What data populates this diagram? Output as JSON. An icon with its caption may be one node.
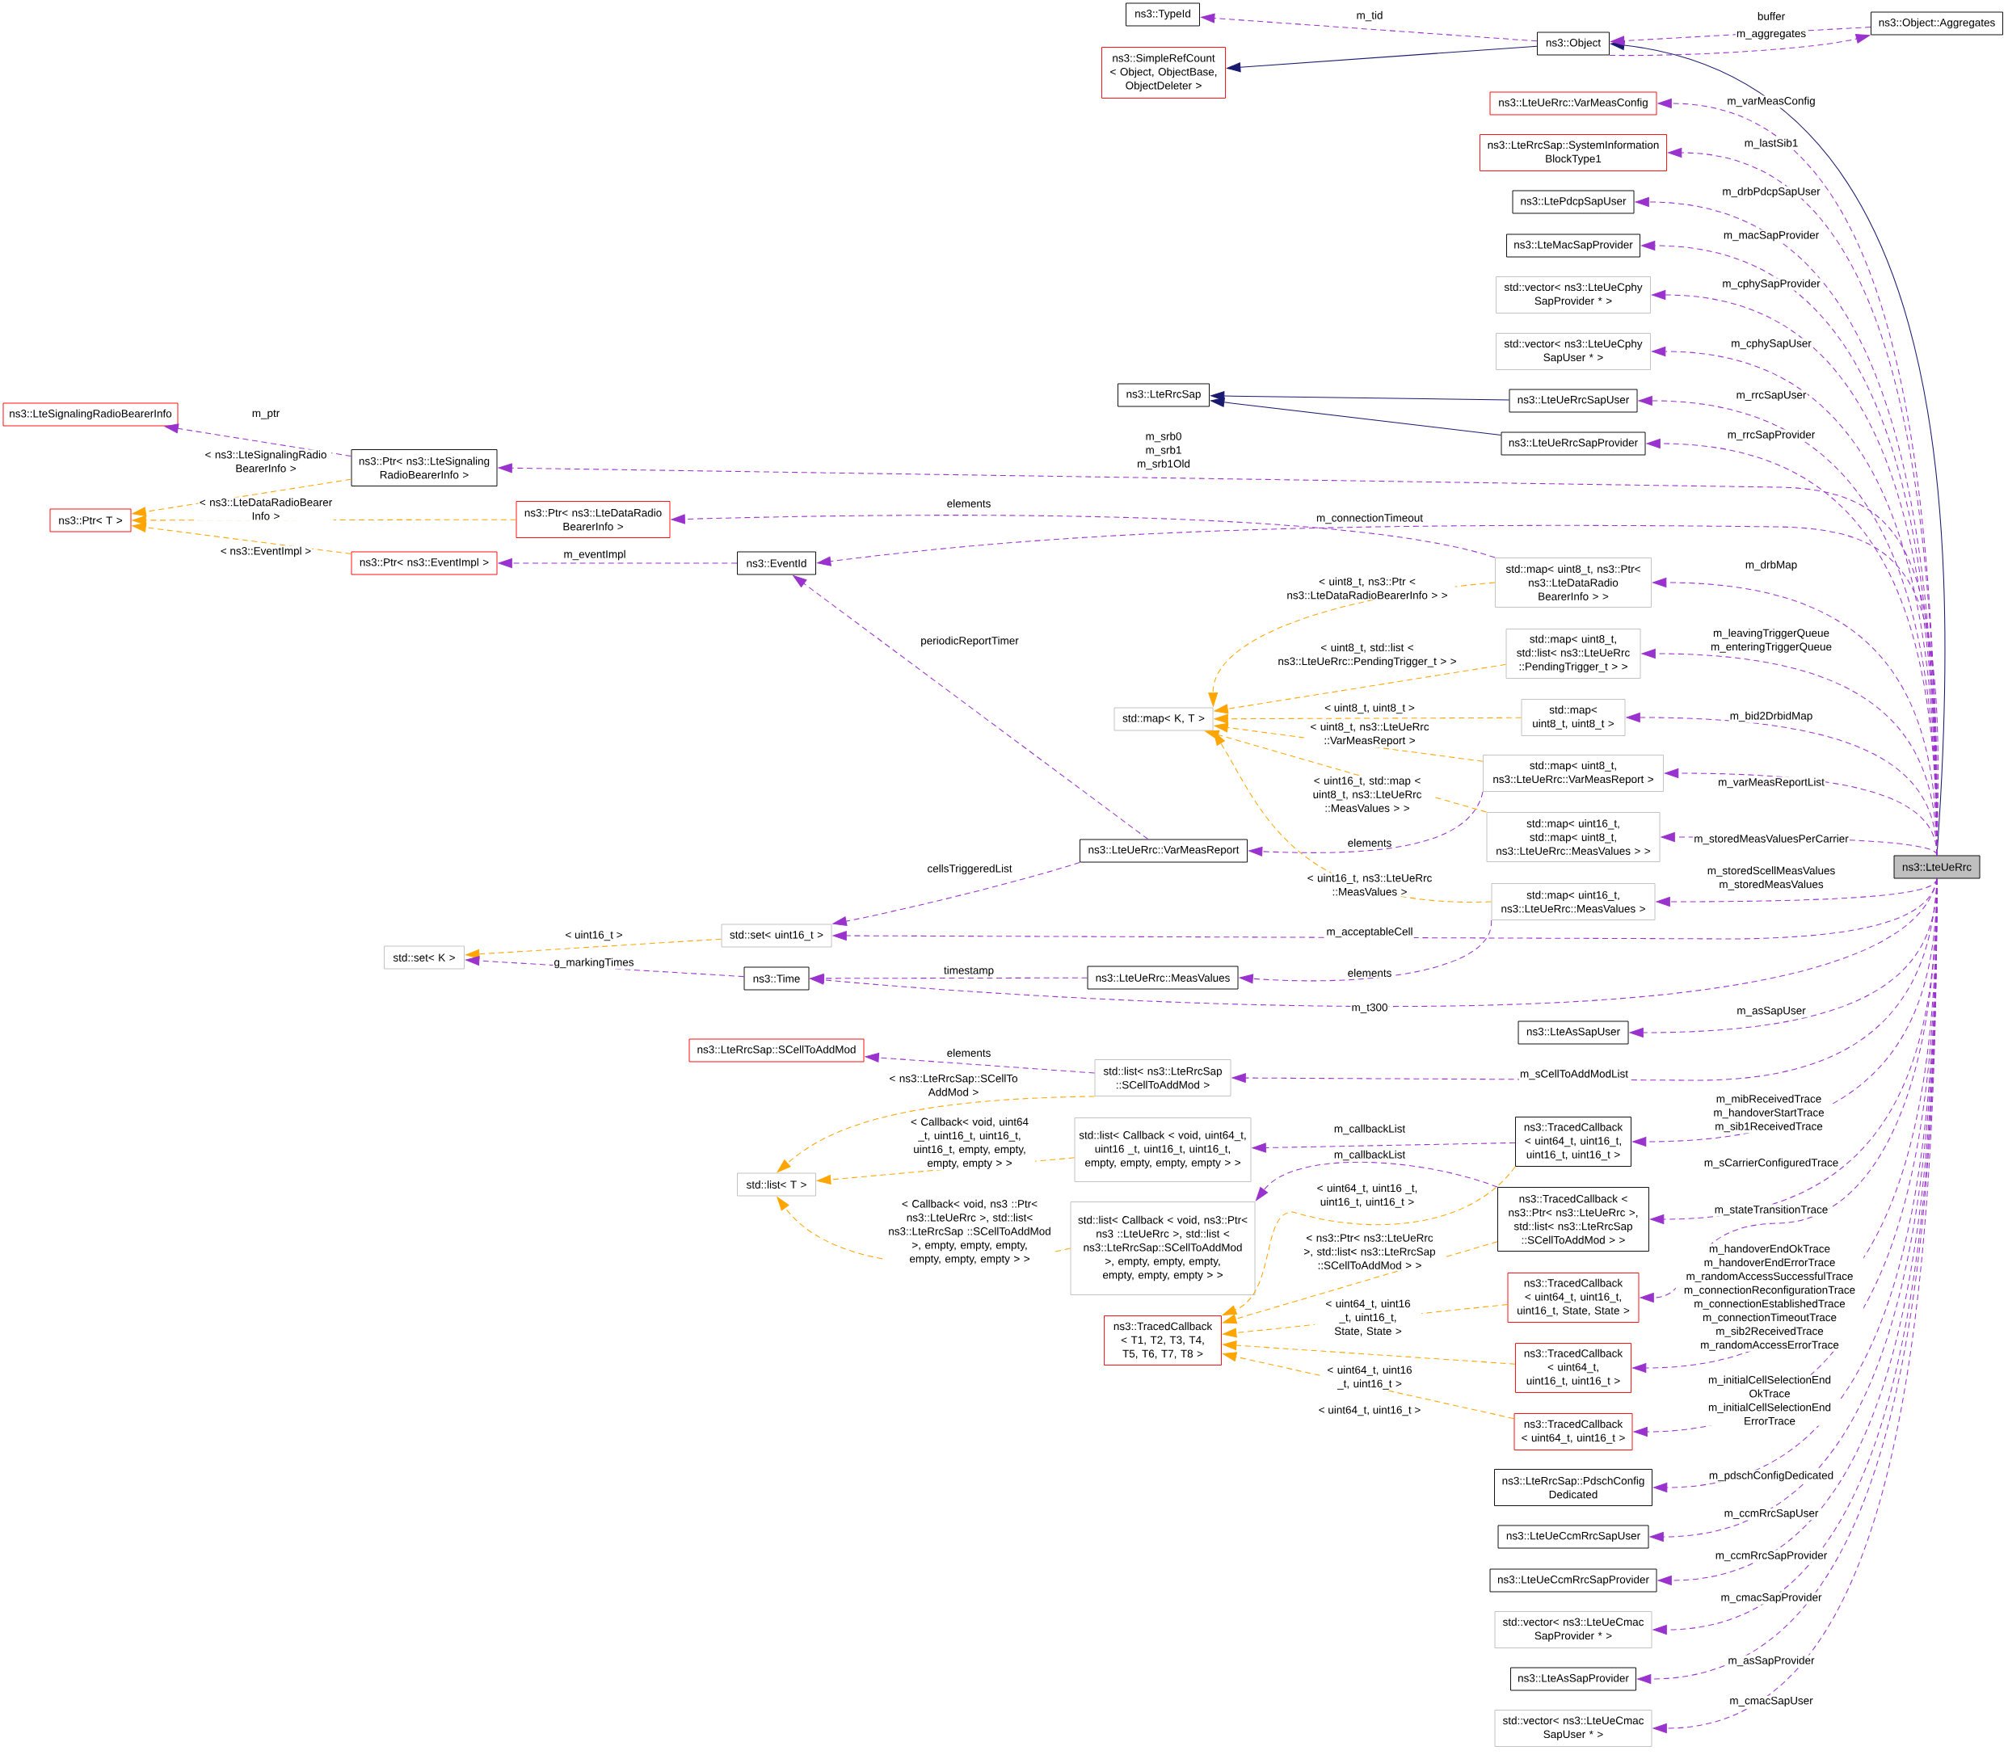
{
  "diagram": {
    "nodes": [
      {
        "text": [
          "ns3::TypeId"
        ]
      },
      {
        "text": [
          "ns3::Object"
        ]
      },
      {
        "text": [
          "ns3::Object::Aggregates"
        ]
      },
      {
        "text": [
          "ns3::SimpleRefCount < Object, ObjectBase, ObjectDeleter >"
        ]
      },
      {
        "text": [
          "ns3::LteUeRrc::VarMeasConfig"
        ]
      },
      {
        "text": [
          "ns3::LteRrcSap::SystemInformation BlockType1"
        ]
      },
      {
        "text": [
          "ns3::LtePdcpSapUser"
        ]
      },
      {
        "text": [
          "ns3::LteMacSapProvider"
        ]
      },
      {
        "text": [
          "std::vector< ns3::LteUeCphy SapProvider * >"
        ]
      },
      {
        "text": [
          "std::vector< ns3::LteUeCphy SapUser * >"
        ]
      },
      {
        "text": [
          "ns3::LteRrcSap"
        ]
      },
      {
        "text": [
          "ns3::LteUeRrcSapUser"
        ]
      },
      {
        "text": [
          "ns3::LteUeRrcSapProvider"
        ]
      },
      {
        "text": [
          "ns3::LteSignalingRadioBearerInfo"
        ]
      },
      {
        "text": [
          "ns3::Ptr< ns3::LteSignaling RadioBearerInfo >"
        ]
      },
      {
        "text": [
          "ns3::Ptr< T >"
        ]
      },
      {
        "text": [
          "ns3::Ptr< ns3::LteDataRadio BearerInfo >"
        ]
      },
      {
        "text": [
          "ns3::Ptr< ns3::EventImpl >"
        ]
      },
      {
        "text": [
          "ns3::EventId"
        ]
      },
      {
        "text": [
          "std::map< uint8_t, ns3::Ptr< ns3::LteDataRadio BearerInfo > >"
        ]
      },
      {
        "text": [
          "std::map< uint8_t, std::list< ns3::LteUeRrc ::PendingTrigger_t > >"
        ]
      },
      {
        "text": [
          "std::map< K, T >"
        ]
      },
      {
        "text": [
          "std::map< uint8_t, uint8_t >"
        ]
      },
      {
        "text": [
          "std::map< uint8_t, ns3::LteUeRrc::VarMeasReport >"
        ]
      },
      {
        "text": [
          "std::map< uint16_t, std::map< uint8_t, ns3::LteUeRrc::MeasValues > >"
        ]
      },
      {
        "text": [
          "ns3::LteUeRrc::VarMeasReport"
        ]
      },
      {
        "text": [
          "ns3::LteUeRrc"
        ]
      },
      {
        "text": [
          "std::map< uint16_t, ns3::LteUeRrc::MeasValues >"
        ]
      },
      {
        "text": [
          "std::set< uint16_t >"
        ]
      },
      {
        "text": [
          "std::set< K >"
        ]
      },
      {
        "text": [
          "ns3::Time"
        ]
      },
      {
        "text": [
          "ns3::LteUeRrc::MeasValues"
        ]
      },
      {
        "text": [
          "ns3::LteAsSapUser"
        ]
      },
      {
        "text": [
          "ns3::LteRrcSap::SCellToAddMod"
        ]
      },
      {
        "text": [
          "std::list< ns3::LteRrcSap ::SCellToAddMod >"
        ]
      },
      {
        "text": [
          "std::list< Callback < void, uint64_t, uint16 _t, uint16_t, uint16_t, empty, empty, empty, empty > >"
        ]
      },
      {
        "text": [
          "ns3::TracedCallback < uint64_t, uint16_t, uint16_t, uint16_t >"
        ]
      },
      {
        "text": [
          "std::list< T >"
        ]
      },
      {
        "text": [
          "ns3::TracedCallback < ns3::Ptr< ns3::LteUeRrc >, std::list< ns3::LteRrcSap ::SCellToAddMod > >"
        ]
      },
      {
        "text": [
          "std::list< Callback < void, ns3::Ptr< ns3 ::LteUeRrc >, std::list < ns3::LteRrcSap::SCellToAddMod >, empty, empty, empty, empty, empty, empty > >"
        ]
      },
      {
        "text": [
          "ns3::TracedCallback < uint64_t, uint16_t, uint16_t, State, State >"
        ]
      },
      {
        "text": [
          "ns3::TracedCallback < T1, T2, T3, T4, T5, T6, T7, T8 >"
        ]
      },
      {
        "text": [
          "ns3::TracedCallback < uint64_t, uint16_t, uint16_t >"
        ]
      },
      {
        "text": [
          "ns3::TracedCallback < uint64_t, uint16_t >"
        ]
      },
      {
        "text": [
          "ns3::LteRrcSap::PdschConfig Dedicated"
        ]
      },
      {
        "text": [
          "ns3::LteUeCcmRrcSapUser"
        ]
      },
      {
        "text": [
          "ns3::LteUeCcmRrcSapProvider"
        ]
      },
      {
        "text": [
          "std::vector< ns3::LteUeCmac SapProvider * >"
        ]
      },
      {
        "text": [
          "ns3::LteAsSapProvider"
        ]
      },
      {
        "text": [
          "std::vector< ns3::LteUeCmac SapUser * >"
        ]
      }
    ],
    "edges": [
      {
        "from": 26,
        "to": 1,
        "arrow": "to",
        "color": "#191970"
      },
      {
        "from": 1,
        "to": 3,
        "arrow": "to",
        "color": "#191970"
      },
      {
        "from": 11,
        "to": 10,
        "arrow": "to",
        "color": "#191970"
      },
      {
        "from": 12,
        "to": 10,
        "arrow": "to",
        "color": "#191970"
      },
      {
        "from": 1,
        "to": 0,
        "arrow": "to",
        "label": "m_tid",
        "style": "dashed"
      },
      {
        "from": 2,
        "to": 1,
        "arrow": "to",
        "label": "buffer",
        "style": "dashed"
      },
      {
        "from": 1,
        "to": 2,
        "arrow": "to",
        "label": "m_aggregates",
        "style": "dashed"
      },
      {
        "from": 26,
        "to": 4,
        "arrow": "to",
        "label": "m_varMeasConfig",
        "style": "dashed"
      },
      {
        "from": 26,
        "to": 5,
        "arrow": "to",
        "label": "m_lastSib1",
        "style": "dashed"
      },
      {
        "from": 26,
        "to": 6,
        "arrow": "to",
        "label": "m_drbPdcpSapUser",
        "style": "dashed"
      },
      {
        "from": 26,
        "to": 7,
        "arrow": "to",
        "label": "m_macSapProvider",
        "style": "dashed"
      },
      {
        "from": 26,
        "to": 8,
        "arrow": "to",
        "label": "m_cphySapProvider",
        "style": "dashed"
      },
      {
        "from": 26,
        "to": 9,
        "arrow": "to",
        "label": "m_cphySapUser",
        "style": "dashed"
      },
      {
        "from": 26,
        "to": 11,
        "arrow": "to",
        "label": "m_rrcSapUser",
        "style": "dashed"
      },
      {
        "from": 26,
        "to": 12,
        "arrow": "to",
        "label": "m_rrcSapProvider",
        "style": "dashed"
      },
      {
        "from": 26,
        "to": 14,
        "arrow": "to",
        "label": "m_srb0 m_srb1 m_srb1Old",
        "style": "dashed"
      },
      {
        "from": 14,
        "to": 13,
        "arrow": "to",
        "label": "m_ptr",
        "style": "dashed"
      },
      {
        "from": 14,
        "to": 15,
        "arrow": "to",
        "label": "< ns3::LteSignalingRadio BearerInfo >",
        "style": "dashed",
        "color": "#ffa500"
      },
      {
        "from": 16,
        "to": 15,
        "arrow": "to",
        "label": "< ns3::LteDataRadioBearer Info >",
        "style": "dashed",
        "color": "#ffa500"
      },
      {
        "from": 17,
        "to": 15,
        "arrow": "to",
        "label": "< ns3::EventImpl >",
        "style": "dashed",
        "color": "#ffa500"
      },
      {
        "from": 18,
        "to": 17,
        "arrow": "to",
        "label": "m_eventImpl",
        "style": "dashed"
      },
      {
        "from": 19,
        "to": 16,
        "arrow": "to",
        "label": "elements",
        "style": "dashed"
      },
      {
        "from": 26,
        "to": 18,
        "arrow": "to",
        "label": "m_connectionTimeout",
        "style": "dashed"
      },
      {
        "from": 25,
        "to": 18,
        "arrow": "to",
        "label": "periodicReportTimer",
        "style": "dashed"
      },
      {
        "from": 26,
        "to": 19,
        "arrow": "to",
        "label": "m_drbMap",
        "style": "dashed"
      },
      {
        "from": 19,
        "to": 21,
        "arrow": "to",
        "label": "< uint8_t, ns3::Ptr < ns3::LteDataRadioBearerInfo > >",
        "style": "dashed",
        "color": "#ffa500"
      },
      {
        "from": 26,
        "to": 20,
        "arrow": "to",
        "label": "m_leavingTriggerQueue m_enteringTriggerQueue",
        "style": "dashed"
      },
      {
        "from": 20,
        "to": 21,
        "arrow": "to",
        "label": "< uint8_t, std::list < ns3::LteUeRrc::PendingTrigger_t > >",
        "style": "dashed",
        "color": "#ffa500"
      },
      {
        "from": 26,
        "to": 22,
        "arrow": "to",
        "label": "m_bid2DrbidMap",
        "style": "dashed"
      },
      {
        "from": 22,
        "to": 21,
        "arrow": "to",
        "label": "< uint8_t, uint8_t >",
        "style": "dashed",
        "color": "#ffa500"
      },
      {
        "from": 26,
        "to": 23,
        "arrow": "to",
        "label": "m_varMeasReportList",
        "style": "dashed"
      },
      {
        "from": 23,
        "to": 21,
        "arrow": "to",
        "label": "< uint8_t, ns3::LteUeRrc ::VarMeasReport >",
        "style": "dashed",
        "color": "#ffa500"
      },
      {
        "from": 23,
        "to": 25,
        "arrow": "to",
        "label": "elements",
        "style": "dashed"
      },
      {
        "from": 26,
        "to": 24,
        "arrow": "to",
        "label": "m_storedMeasValuesPerCarrier",
        "style": "dashed"
      },
      {
        "from": 24,
        "to": 21,
        "arrow": "to",
        "label": "< uint16_t, std::map < uint8_t, ns3::LteUeRrc ::MeasValues > >",
        "style": "dashed",
        "color": "#ffa500"
      },
      {
        "from": 26,
        "to": 27,
        "arrow": "to",
        "label": "m_storedScellMeasValues m_storedMeasValues",
        "style": "dashed"
      },
      {
        "from": 27,
        "to": 21,
        "arrow": "to",
        "label": "< uint16_t, ns3::LteUeRrc ::MeasValues >",
        "style": "dashed",
        "color": "#ffa500"
      },
      {
        "from": 25,
        "to": 28,
        "arrow": "to",
        "label": "cellsTriggeredList",
        "style": "dashed"
      },
      {
        "from": 26,
        "to": 28,
        "arrow": "to",
        "label": "m_acceptableCell",
        "style": "dashed"
      },
      {
        "from": 28,
        "to": 29,
        "arrow": "to",
        "label": "< uint16_t >",
        "style": "dashed",
        "color": "#ffa500"
      },
      {
        "from": 30,
        "to": 29,
        "arrow": "to",
        "label": "g_markingTimes",
        "style": "dashed"
      },
      {
        "from": 31,
        "to": 30,
        "arrow": "to",
        "label": "timestamp",
        "style": "dashed"
      },
      {
        "from": 26,
        "to": 30,
        "arrow": "to",
        "label": "m_t300",
        "style": "dashed"
      },
      {
        "from": 27,
        "to": 31,
        "arrow": "to",
        "label": "elements",
        "style": "dashed"
      },
      {
        "from": 26,
        "to": 32,
        "arrow": "to",
        "label": "m_asSapUser",
        "style": "dashed"
      },
      {
        "from": 34,
        "to": 33,
        "arrow": "to",
        "label": "elements",
        "style": "dashed"
      },
      {
        "from": 26,
        "to": 34,
        "arrow": "to",
        "label": "m_sCellToAddModList",
        "style": "dashed"
      },
      {
        "from": 34,
        "to": 37,
        "arrow": "to",
        "label": "< ns3::LteRrcSap::SCellTo AddMod >",
        "style": "dashed",
        "color": "#ffa500"
      },
      {
        "from": 35,
        "to": 37,
        "arrow": "to",
        "label": "< Callback< void, uint64 _t, uint16_t, uint16_t, uint16_t, empty, empty, empty, empty > >",
        "style": "dashed",
        "color": "#ffa500"
      },
      {
        "from": 39,
        "to": 37,
        "arrow": "to",
        "label": "< Callback< void, ns3 ::Ptr< ns3::LteUeRrc >, std::list< ns3::LteRrcSap ::SCellToAddMod >, empty, empty, empty, empty, empty, empty > >",
        "style": "dashed",
        "color": "#ffa500"
      },
      {
        "from": 36,
        "to": 35,
        "arrow": "to",
        "label": "m_callbackList",
        "style": "dashed"
      },
      {
        "from": 38,
        "to": 39,
        "arrow": "to",
        "label": "m_callbackList",
        "style": "dashed"
      },
      {
        "from": 26,
        "to": 36,
        "arrow": "to",
        "label": "m_mibReceivedTrace m_handoverStartTrace m_sib1ReceivedTrace",
        "style": "dashed"
      },
      {
        "from": 26,
        "to": 38,
        "arrow": "to",
        "label": "m_sCarrierConfiguredTrace",
        "style": "dashed"
      },
      {
        "from": 26,
        "to": 40,
        "arrow": "to",
        "label": "m_stateTransitionTrace",
        "style": "dashed"
      },
      {
        "from": 26,
        "to": 42,
        "arrow": "to",
        "label": "m_handoverEndOkTrace m_handoverEndErrorTrace m_randomAccessSuccessfulTrace m_connectionReconfigurationTrace m_connectionEstablishedTrace m_connectionTimeoutTrace m_sib2ReceivedTrace m_randomAccessErrorTrace",
        "style": "dashed"
      },
      {
        "from": 26,
        "to": 43,
        "arrow": "to",
        "label": "m_initialCellSelectionEnd OkTrace m_initialCellSelectionEnd ErrorTrace",
        "style": "dashed"
      },
      {
        "from": 36,
        "to": 41,
        "arrow": "to",
        "label": "< uint64_t, uint16 _t, uint16_t, uint16_t >",
        "style": "dashed",
        "color": "#ffa500"
      },
      {
        "from": 38,
        "to": 41,
        "arrow": "to",
        "label": "< ns3::Ptr< ns3::LteUeRrc >, std::list< ns3::LteRrcSap ::SCellToAddMod > >",
        "style": "dashed",
        "color": "#ffa500"
      },
      {
        "from": 40,
        "to": 41,
        "arrow": "to",
        "label": "< uint64_t, uint16 _t, uint16_t, State, State >",
        "style": "dashed",
        "color": "#ffa500"
      },
      {
        "from": 42,
        "to": 41,
        "arrow": "to",
        "label": "< uint64_t, uint16 _t, uint16_t >",
        "style": "dashed",
        "color": "#ffa500"
      },
      {
        "from": 43,
        "to": 41,
        "arrow": "to",
        "label": "< uint64_t, uint16_t >",
        "style": "dashed",
        "color": "#ffa500"
      },
      {
        "from": 26,
        "to": 44,
        "arrow": "to",
        "label": "m_pdschConfigDedicated",
        "style": "dashed"
      },
      {
        "from": 26,
        "to": 45,
        "arrow": "to",
        "label": "m_ccmRrcSapUser",
        "style": "dashed"
      },
      {
        "from": 26,
        "to": 46,
        "arrow": "to",
        "label": "m_ccmRrcSapProvider",
        "style": "dashed"
      },
      {
        "from": 26,
        "to": 47,
        "arrow": "to",
        "label": "m_cmacSapProvider",
        "style": "dashed"
      },
      {
        "from": 26,
        "to": 48,
        "arrow": "to",
        "label": "m_asSapProvider",
        "style": "dashed"
      },
      {
        "from": 26,
        "to": 49,
        "arrow": "to",
        "label": "m_cmacSapUser",
        "style": "dashed"
      }
    ]
  }
}
